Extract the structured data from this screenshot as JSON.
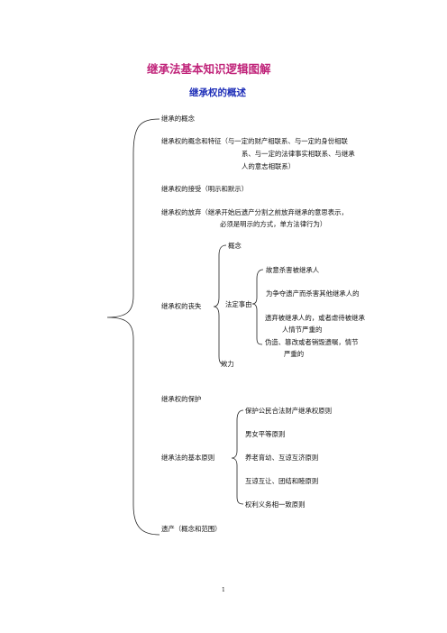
{
  "colors": {
    "title": "#c0247a",
    "subtitle": "#1f2fb8",
    "text": "#111111",
    "line": "#222222"
  },
  "doc": {
    "title": "继承法基本知识逻辑图解",
    "subtitle": "继承权的概述",
    "page_number": "1"
  },
  "tree": {
    "n1": "继承的概念",
    "n2": {
      "line1": "继承权的概念和特征（与一定的财产相联系、与一定的身份相联",
      "line2": "系、与一定的法律事实相联系、与继承",
      "line3": "人的意志相联系）"
    },
    "n3": "继承权的接受（明示和默示）",
    "n4": {
      "line1": "继承权的放弃（继承开始后遗产分割之前放弃继承的意思表示，",
      "line2": "必须是明示的方式，单方法律行为）"
    },
    "loss": {
      "label": "继承权的丧失",
      "concept": "概念",
      "legal_cause": "法定事由",
      "effect": "效力",
      "causes": {
        "c1": "故意杀害被继承人",
        "c2": "为争夺遗产而杀害其他继承人的",
        "c3_line1": "遗弃被继承人的，或者虐待被继承",
        "c3_line2": "人情节严重的",
        "c4_line1": "伪造、篡改或者销毁遗嘱，情节",
        "c4_line2": "严重的"
      }
    },
    "n6": "继承权的保护",
    "principles": {
      "label": "继承法的基本原则",
      "items": [
        "保护公民合法财产继承权原则",
        "男女平等原则",
        "养老育幼、互谅互济原则",
        "互谅互让、团结和睦原则",
        "权利义务相一致原则"
      ]
    },
    "n8": "遗产（概念和范围）"
  }
}
